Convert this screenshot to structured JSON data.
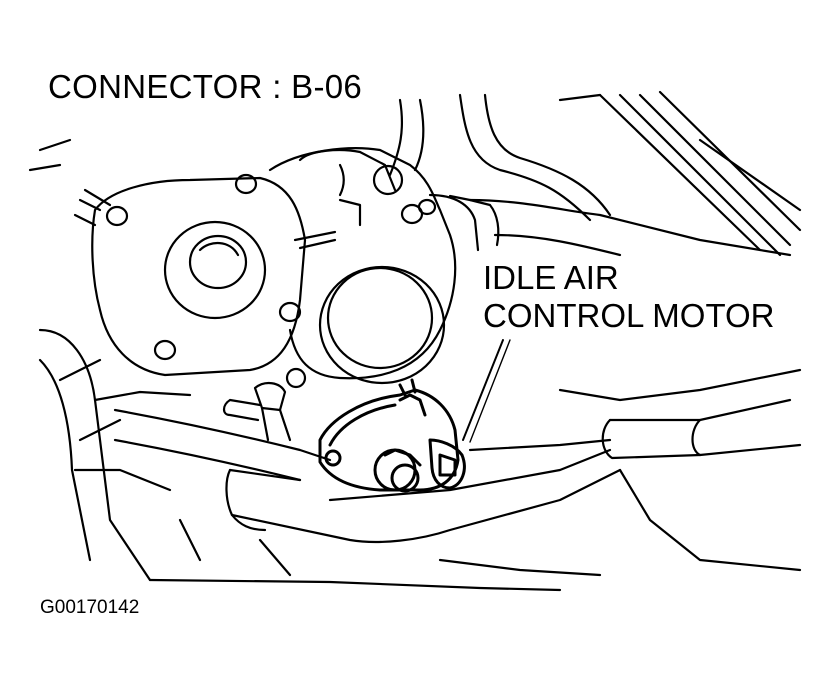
{
  "diagram": {
    "connector_label": "CONNECTOR : B-06",
    "callout": {
      "line1": "IDLE AIR",
      "line2": "CONTROL MOTOR"
    },
    "figure_id": "G00170142"
  },
  "colors": {
    "ink": "#000000",
    "paper": "#ffffff"
  }
}
